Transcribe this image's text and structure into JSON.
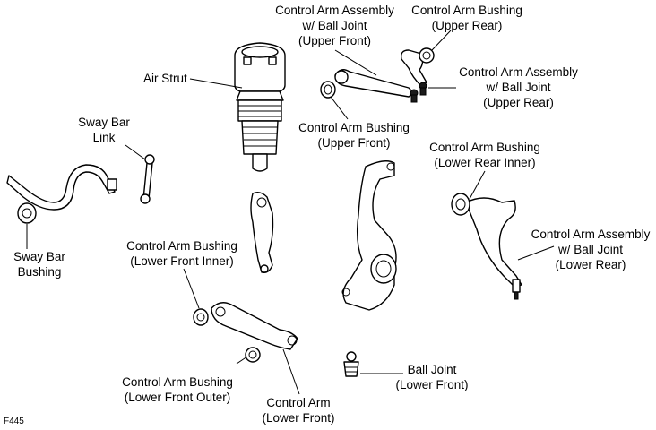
{
  "labels": {
    "air_strut": "Air Strut",
    "upper_front_arm": [
      "Control Arm Assembly",
      "w/ Ball Joint",
      "(Upper Front)"
    ],
    "upper_rear_bushing": [
      "Control Arm Bushing",
      "(Upper Rear)"
    ],
    "upper_rear_arm": [
      "Control Arm Assembly",
      "w/ Ball Joint",
      "(Upper Rear)"
    ],
    "upper_front_bushing": [
      "Control Arm Bushing",
      "(Upper Front)"
    ],
    "sway_bar_link": [
      "Sway Bar",
      "Link"
    ],
    "lower_rear_inner_bushing": [
      "Control Arm Bushing",
      "(Lower Rear Inner)"
    ],
    "lower_rear_arm": [
      "Control Arm Assembly",
      "w/ Ball Joint",
      "(Lower Rear)"
    ],
    "sway_bar_bushing": [
      "Sway Bar",
      "Bushing"
    ],
    "lower_front_inner_bushing": [
      "Control Arm Bushing",
      "(Lower Front Inner)"
    ],
    "ball_joint": [
      "Ball Joint",
      "(Lower Front)"
    ],
    "lower_front_outer_bushing": [
      "Control Arm Bushing",
      "(Lower Front Outer)"
    ],
    "lower_front_arm": [
      "Control Arm",
      "(Lower Front)"
    ]
  },
  "figure_code": "F445"
}
